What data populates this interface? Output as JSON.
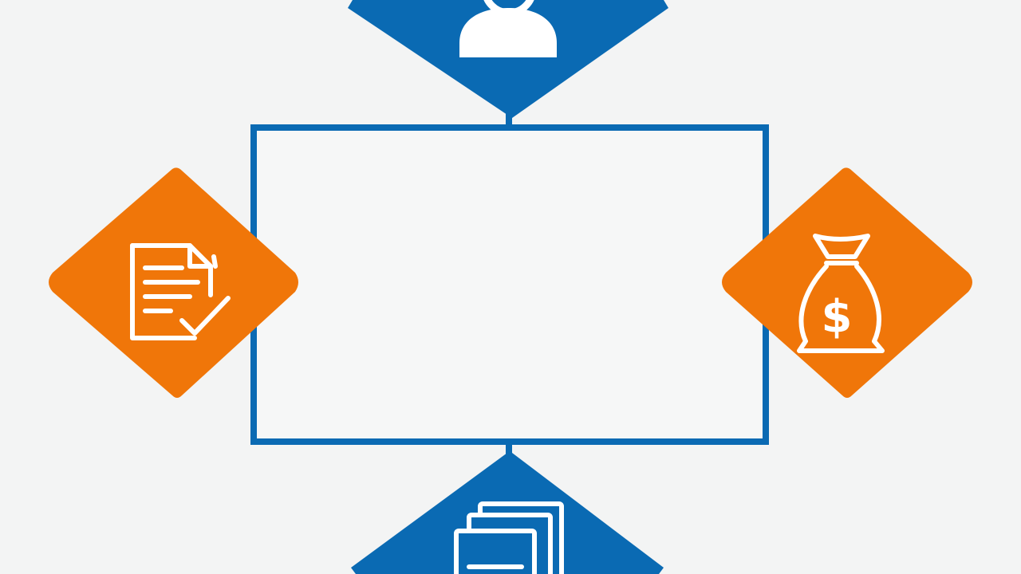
{
  "diagram": {
    "background_color": "#f3f4f4",
    "center_box": {
      "label": "",
      "border_color": "#0a6ab3"
    },
    "nodes": [
      {
        "id": "top",
        "shape": "triangle-down",
        "icon": "user-icon",
        "color": "#0a6ab3"
      },
      {
        "id": "left",
        "shape": "diamond",
        "icon": "document-check-icon",
        "color": "#f07609"
      },
      {
        "id": "right",
        "shape": "diamond",
        "icon": "money-bag-icon",
        "color": "#f07609"
      },
      {
        "id": "bottom",
        "shape": "triangle-up",
        "icon": "stacked-documents-icon",
        "color": "#0a6ab3"
      }
    ],
    "money_symbol": "$"
  }
}
